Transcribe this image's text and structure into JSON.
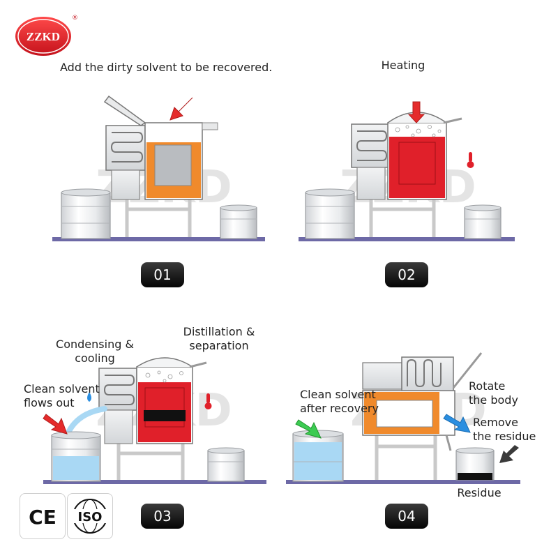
{
  "brand": {
    "logo_text": "ZZKD",
    "watermark": "ZZKD",
    "logo_color": "#e0202a"
  },
  "steps": [
    {
      "number": "01",
      "captions": [
        "Add the dirty solvent to be recovered."
      ],
      "tank_fill": "#f08a2c"
    },
    {
      "number": "02",
      "captions": [
        "Heating"
      ],
      "tank_fill": "#e0202a"
    },
    {
      "number": "03",
      "captions": [
        "Distillation &\nseparation",
        "Condensing &\ncooling",
        "Clean solvent\nflows out"
      ],
      "tank_fill": "#e0202a"
    },
    {
      "number": "04",
      "captions": [
        "Clean solvent\nafter recovery",
        "Rotate\nthe body",
        "Remove\nthe residue",
        "Residue"
      ],
      "tank_fill": "#f08a2c"
    }
  ],
  "certifications": [
    {
      "label": "CE"
    },
    {
      "label": "ISO"
    }
  ],
  "colors": {
    "arrow_red": "#e52b2b",
    "arrow_green": "#3ccb52",
    "arrow_blue": "#2a8ee0",
    "arrow_dark": "#3a3a3a",
    "clean_solvent": "#a9d8f4",
    "floor": "#6d69a6",
    "residue": "#111111"
  },
  "icons": [
    "thermometer-icon",
    "arrow-icon",
    "drop-icon"
  ]
}
